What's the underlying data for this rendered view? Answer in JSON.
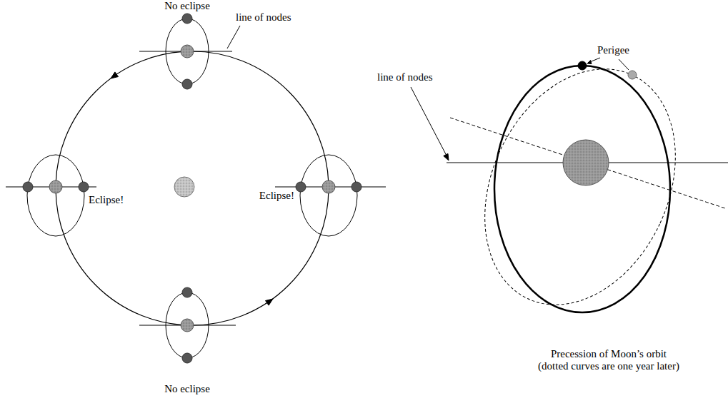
{
  "diagram": {
    "labels": [
      "No eclipse",
      "line of nodes",
      "Eclipse!",
      "Eclipse!",
      "No eclipse",
      "Perigee",
      "line of nodes",
      "Precession of Moon’s orbit (dotted curves are one year later)"
    ]
  }
}
